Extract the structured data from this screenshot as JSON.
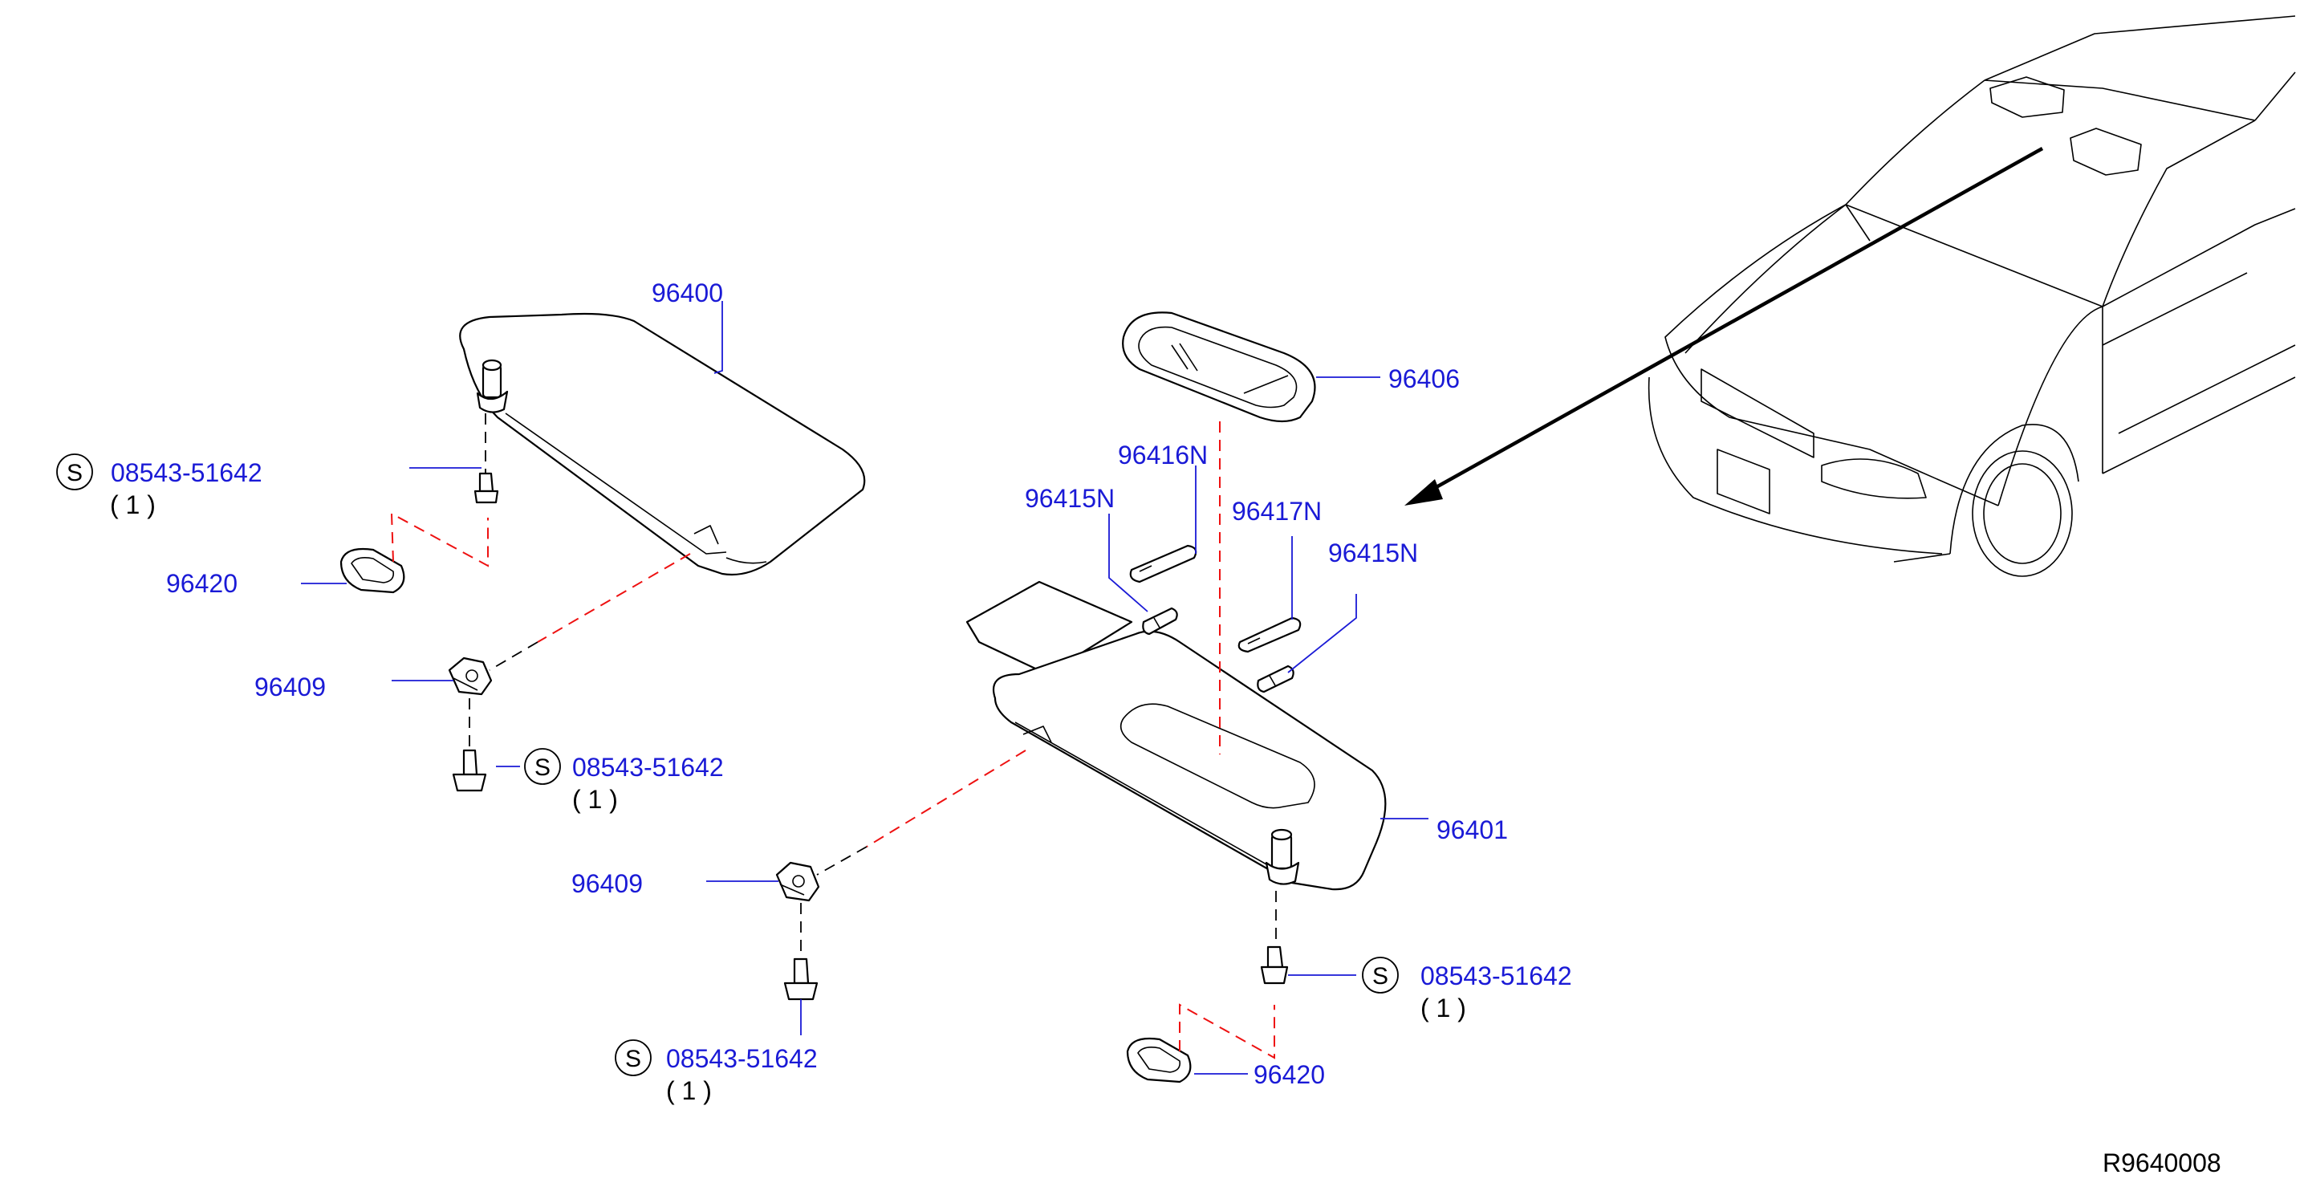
{
  "parts": {
    "p96400": "96400",
    "p96401": "96401",
    "p96406": "96406",
    "p96416N": "96416N",
    "p96415N_a": "96415N",
    "p96417N": "96417N",
    "p96415N_b": "96415N",
    "p96420_a": "96420",
    "p96420_b": "96420",
    "p96409_a": "96409",
    "p96409_b": "96409"
  },
  "screws": [
    {
      "symbol": "S",
      "part": "08543-51642",
      "qty": "( 1 )"
    },
    {
      "symbol": "S",
      "part": "08543-51642",
      "qty": "( 1 )"
    },
    {
      "symbol": "S",
      "part": "08543-51642",
      "qty": "( 1 )"
    },
    {
      "symbol": "S",
      "part": "08543-51642",
      "qty": "( 1 )"
    }
  ],
  "reference": "R9640008",
  "colors": {
    "part_label": "#1a1ad6",
    "red_dash": "#e11111",
    "line": "#000000"
  }
}
